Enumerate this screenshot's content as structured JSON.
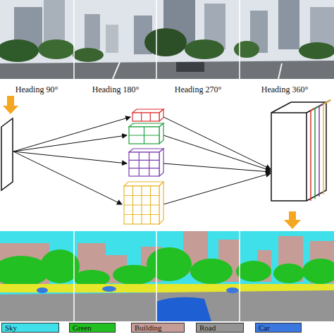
{
  "diagram": {
    "labels": [
      "Heading 90°",
      "Heading 180°",
      "Heading 270°",
      "Heading 360°"
    ],
    "legend": [
      {
        "text": "Sky",
        "color": "#3fe0ea"
      },
      {
        "text": "Green",
        "color": "#22c022"
      },
      {
        "text": "Building",
        "color": "#c59c96"
      },
      {
        "text": "Road",
        "color": "#949494"
      },
      {
        "text": "Car",
        "color": "#3a78e0"
      }
    ]
  }
}
